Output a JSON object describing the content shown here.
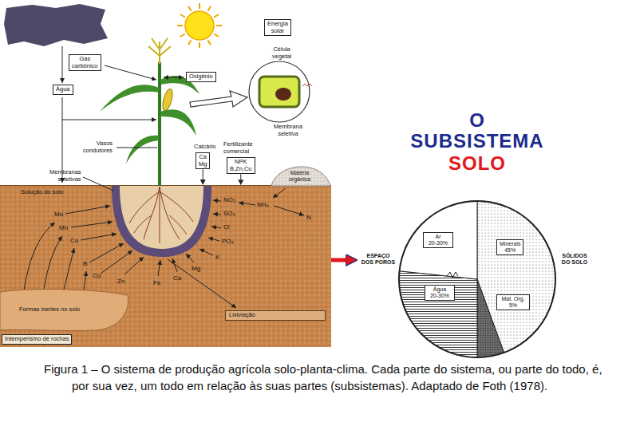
{
  "diagram": {
    "caption": "Figura 1 – O sistema de produção agrícola solo-planta-clima. Cada parte do sistema, ou parte do todo, é, por sua vez, um todo em relação às suas partes (subsistemas). Adaptado de Foth (1978).",
    "nodes": [
      {
        "text": [
          "Energia solar"
        ]
      },
      {
        "text": [
          "Gás carbônico"
        ]
      },
      {
        "text": [
          "Oxigênio"
        ]
      },
      {
        "text": [
          "Água"
        ]
      },
      {
        "text": [
          "Célula vegetal",
          "Membrana seletiva"
        ]
      },
      {
        "text": [
          "Calcário",
          "Ca Mg"
        ]
      },
      {
        "text": [
          "Fertilizante comercial",
          "NPK B,Zn,Cu"
        ]
      },
      {
        "text": [
          "Matéria orgânica"
        ]
      },
      {
        "text": [
          "Solução do solo"
        ]
      },
      {
        "text": [
          "Formas inertes no solo"
        ],
        "in": 8
      },
      {
        "text": [
          "Lixiviação"
        ],
        "in": 8
      },
      {
        "text": [
          "Intemperismo de rochas"
        ],
        "in": 8
      },
      {
        "text": [
          "ESPAÇO DOS POROS",
          "SÓLIDOS DO SOLO"
        ]
      },
      {
        "text": [
          "Ar 20-30%"
        ],
        "in": 12
      },
      {
        "text": [
          "Minerais 45%"
        ],
        "in": 12
      },
      {
        "text": [
          "Água 20-30%"
        ],
        "in": 12
      },
      {
        "text": [
          "Mat. Org. 5%"
        ],
        "in": 12
      }
    ],
    "edges": [
      {
        "from": 5,
        "to": 8,
        "arrow": "to"
      },
      {
        "from": 6,
        "to": 8,
        "arrow": "to"
      },
      {
        "from": 8,
        "to": 12,
        "arrow": "to"
      }
    ],
    "labels": [
      "Vasos condutores",
      "Membranas seletivas",
      "Mo",
      "Mn",
      "Co",
      "B",
      "Cu",
      "Zn",
      "Fe",
      "Ca",
      "Mg",
      "K",
      "PO₄",
      "Cl",
      "SO₄",
      "NO₃",
      "NH₄",
      "N",
      "O SUBSISTEMA",
      "SOLO"
    ]
  }
}
